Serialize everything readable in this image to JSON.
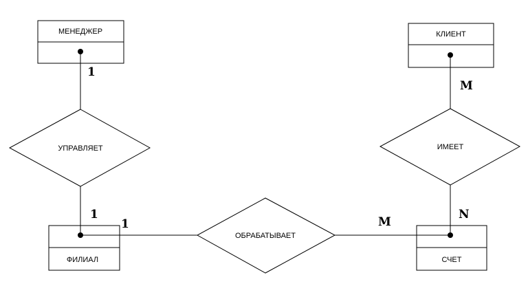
{
  "entities": {
    "manager": "МЕНЕДЖЕР",
    "client": "КЛИЕНТ",
    "branch": "ФИЛИАЛ",
    "account": "СЧЕТ"
  },
  "relationships": {
    "manages": "УПРАВЛЯЕТ",
    "has": "ИМЕЕТ",
    "processes": "ОБРАБАТЫВАЕТ"
  },
  "cardinalities": {
    "manager_manages": "1",
    "manages_branch": "1",
    "branch_processes": "1",
    "processes_account": "M",
    "client_has": "M",
    "has_account": "N"
  }
}
